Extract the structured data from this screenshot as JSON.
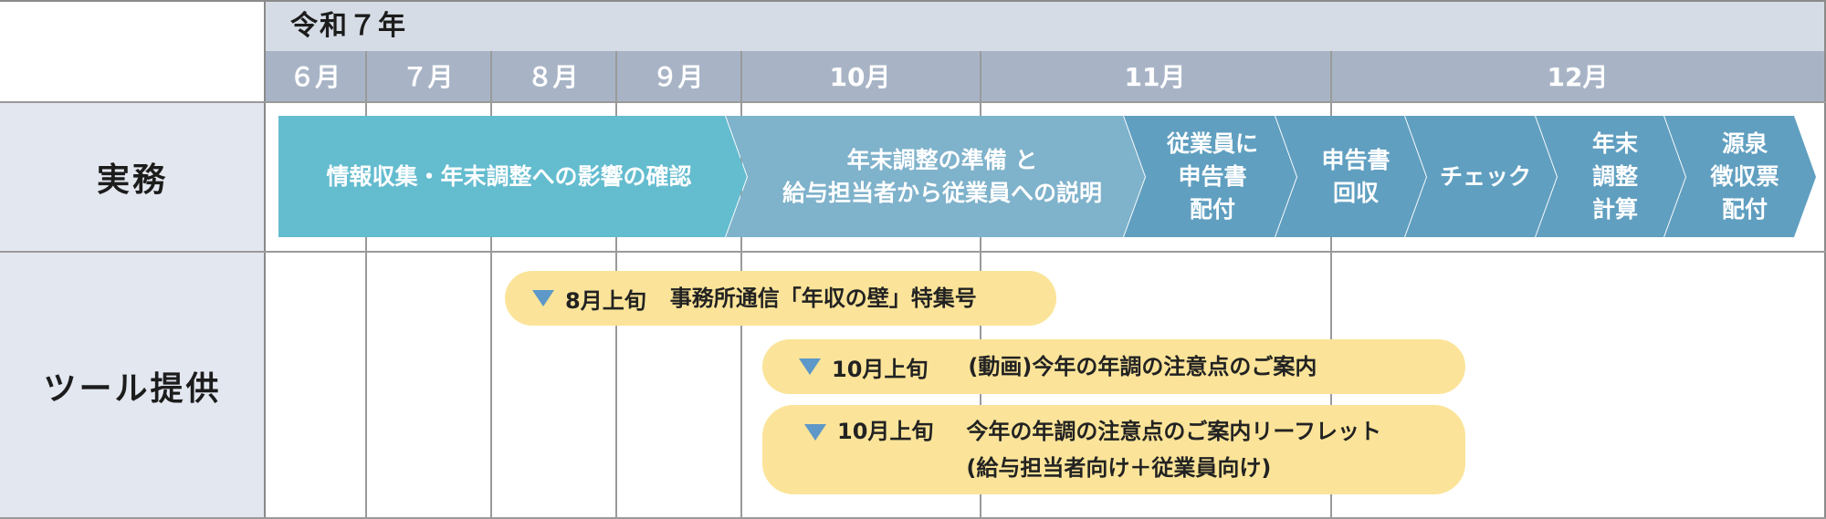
{
  "header": {
    "era": "令和７年",
    "months": [
      "６月",
      "７月",
      "８月",
      "９月",
      "10月",
      "11月",
      "12月"
    ]
  },
  "rows": {
    "tasks_label": "実務",
    "tools_label": "ツール提供"
  },
  "tasks": [
    {
      "label": "情報収集・年末調整への影響の確認"
    },
    {
      "label": "年末調整の準備 と\n給与担当者から従業員への説明"
    },
    {
      "label": "従業員に\n申告書\n配付"
    },
    {
      "label": "申告書\n回収"
    },
    {
      "label": "チェック"
    },
    {
      "label": "年末\n調整\n計算"
    },
    {
      "label": "源泉\n徴収票\n配付"
    }
  ],
  "tools": [
    {
      "when": "8月上旬",
      "title": "事務所通信「年収の壁」特集号"
    },
    {
      "when": "10月上旬",
      "title": "(動画)今年の年調の注意点のご案内"
    },
    {
      "when": "10月上旬",
      "title": "今年の年調の注意点のご案内リーフレット\n(給与担当者向け＋従業員向け)"
    }
  ],
  "colors": {
    "chevron": [
      "#64bccf",
      "#7fb2cb",
      "#609fc0",
      "#609fc0",
      "#609fc0",
      "#609fc0",
      "#609fc0"
    ],
    "pill": "#fbe499",
    "marker": "#5d98c8",
    "header_top": "#d6dce5",
    "header_months": "#a8b4c6",
    "row_header": "#e3e7ef"
  }
}
